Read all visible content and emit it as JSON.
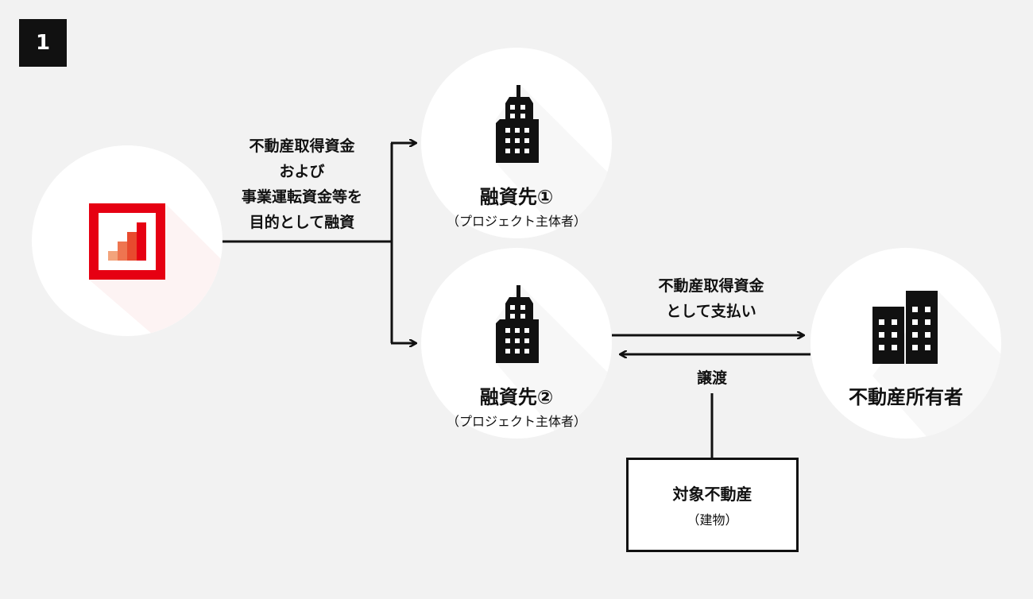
{
  "step_number": "1",
  "left_label": [
    "不動産取得資金",
    "および",
    "事業運転資金等を",
    "目的として融資"
  ],
  "borrower1": {
    "name": "融資先①",
    "sub": "（プロジェクト主体者）"
  },
  "borrower2": {
    "name": "融資先②",
    "sub": "（プロジェクト主体者）"
  },
  "payment_label": [
    "不動産取得資金",
    "として支払い"
  ],
  "transfer_label": "譲渡",
  "owner": {
    "name": "不動産所有者"
  },
  "property": {
    "name": "対象不動産",
    "sub": "（建物）"
  },
  "colors": {
    "logo_red": "#e60012",
    "bar1": "#f3a47c",
    "bar2": "#ee7550",
    "bar3": "#e84a2e",
    "bar4": "#e60012"
  }
}
